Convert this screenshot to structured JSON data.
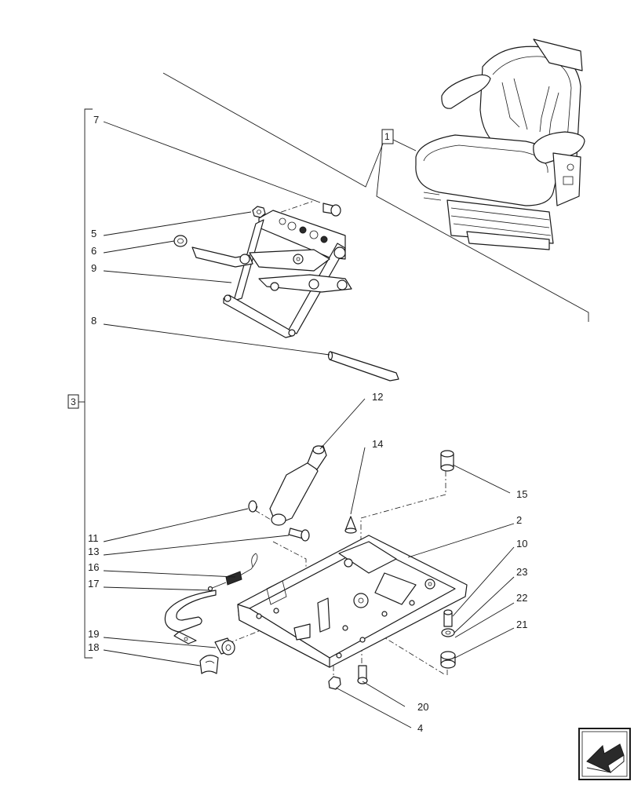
{
  "labels": {
    "p1": "1",
    "p2": "2",
    "p3": "3",
    "p4": "4",
    "p5": "5",
    "p6": "6",
    "p7": "7",
    "p8": "8",
    "p9": "9",
    "p10": "10",
    "p11": "11",
    "p12": "12",
    "p13": "13",
    "p14": "14",
    "p15": "15",
    "p16": "16",
    "p17": "17",
    "p18": "18",
    "p19": "19",
    "p20": "20",
    "p21": "21",
    "p22": "22",
    "p23": "23"
  },
  "icons": {
    "nav": "arrow-left-icon"
  }
}
